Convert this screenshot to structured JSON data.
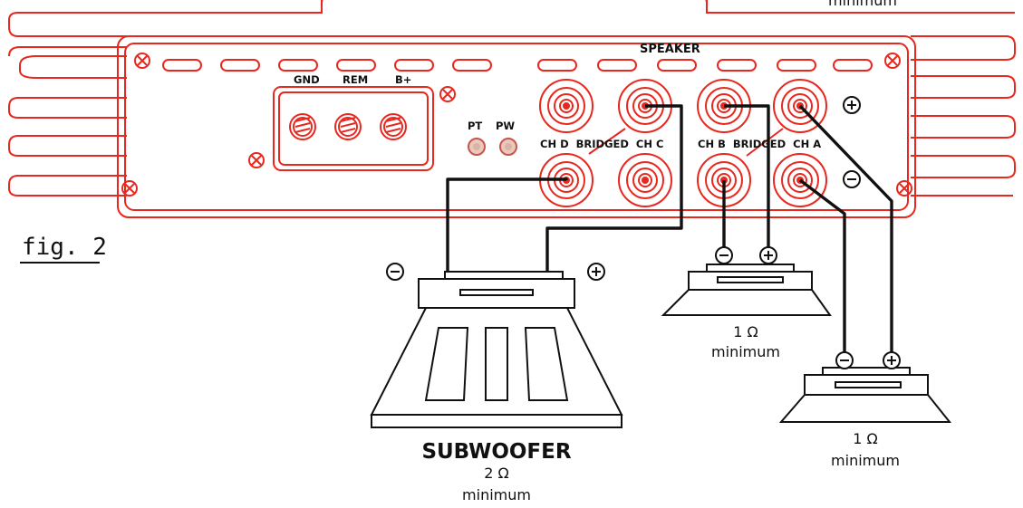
{
  "figure_label": "fig. 2",
  "header_cut_text": "minimum",
  "amplifier": {
    "power_terminals": [
      "GND",
      "REM",
      "B+"
    ],
    "speaker_heading": "SPEAKER",
    "indicator_labels": [
      "PT",
      "PW"
    ],
    "channel_labels": {
      "left_pair": "CH D  BRIDGED  CH C",
      "right_pair": "CH B  BRIDGED  CH A"
    },
    "polarity": {
      "positive": "+",
      "negative": "−"
    }
  },
  "subwoofer": {
    "title": "SUBWOOFER",
    "impedance": "2 Ω",
    "note": "minimum"
  },
  "speaker_one": {
    "impedance": "1 Ω",
    "note": "minimum"
  },
  "speaker_two": {
    "impedance": "1 Ω",
    "note": "minimum"
  },
  "colors": {
    "amplifier_outline": "#e8281e",
    "wiring": "#111111",
    "indicator": "#d9b3a6"
  }
}
